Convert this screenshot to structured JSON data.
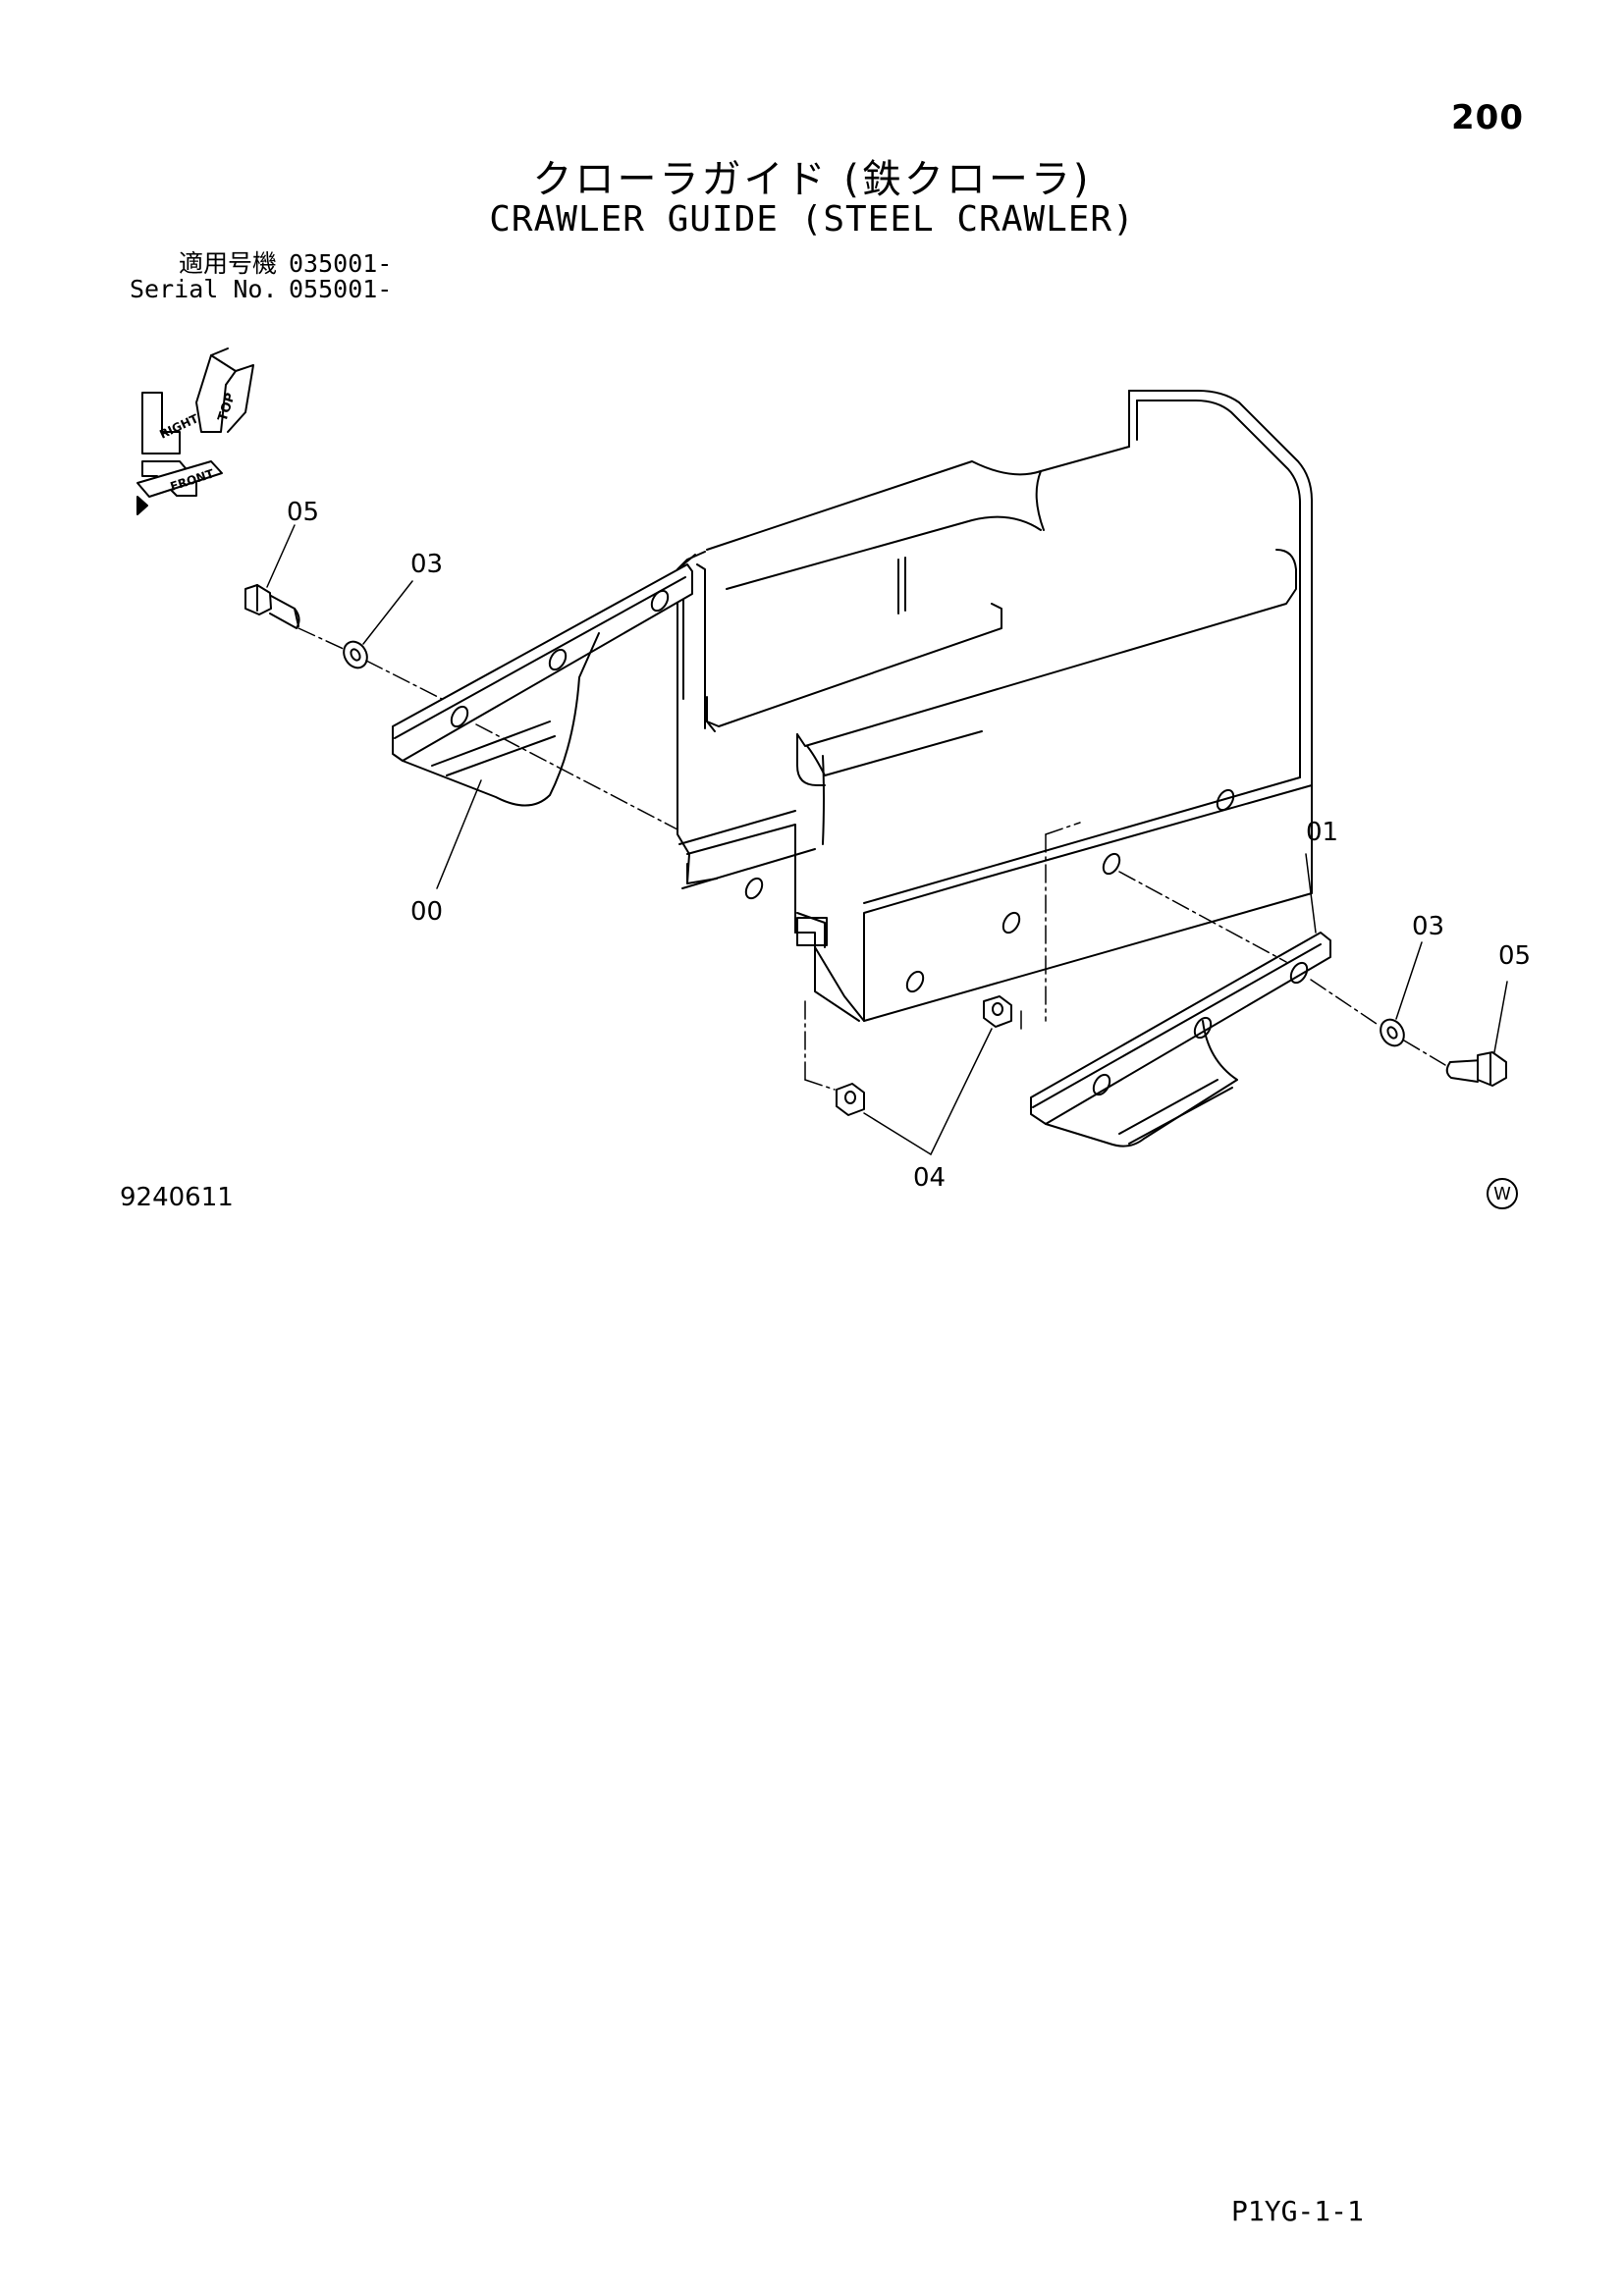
{
  "page_number": "200",
  "title_ja": "クローラガイド (鉄クローラ)",
  "title_en": "CRAWLER GUIDE (STEEL CRAWLER)",
  "applicable": [
    {
      "label": "適用号機",
      "value": "035001-"
    },
    {
      "label": "Serial No.",
      "value": "055001-"
    }
  ],
  "direction_labels": {
    "top": "TOP",
    "right": "RIGHT",
    "front": "FRONT"
  },
  "callouts": {
    "c00": "00",
    "c01": "01",
    "c03_left": "03",
    "c03_right": "03",
    "c04": "04",
    "c05_left": "05",
    "c05_right": "05"
  },
  "figure_number": "9240611",
  "page_code": "P1YG-1-1",
  "w_mark": "W"
}
